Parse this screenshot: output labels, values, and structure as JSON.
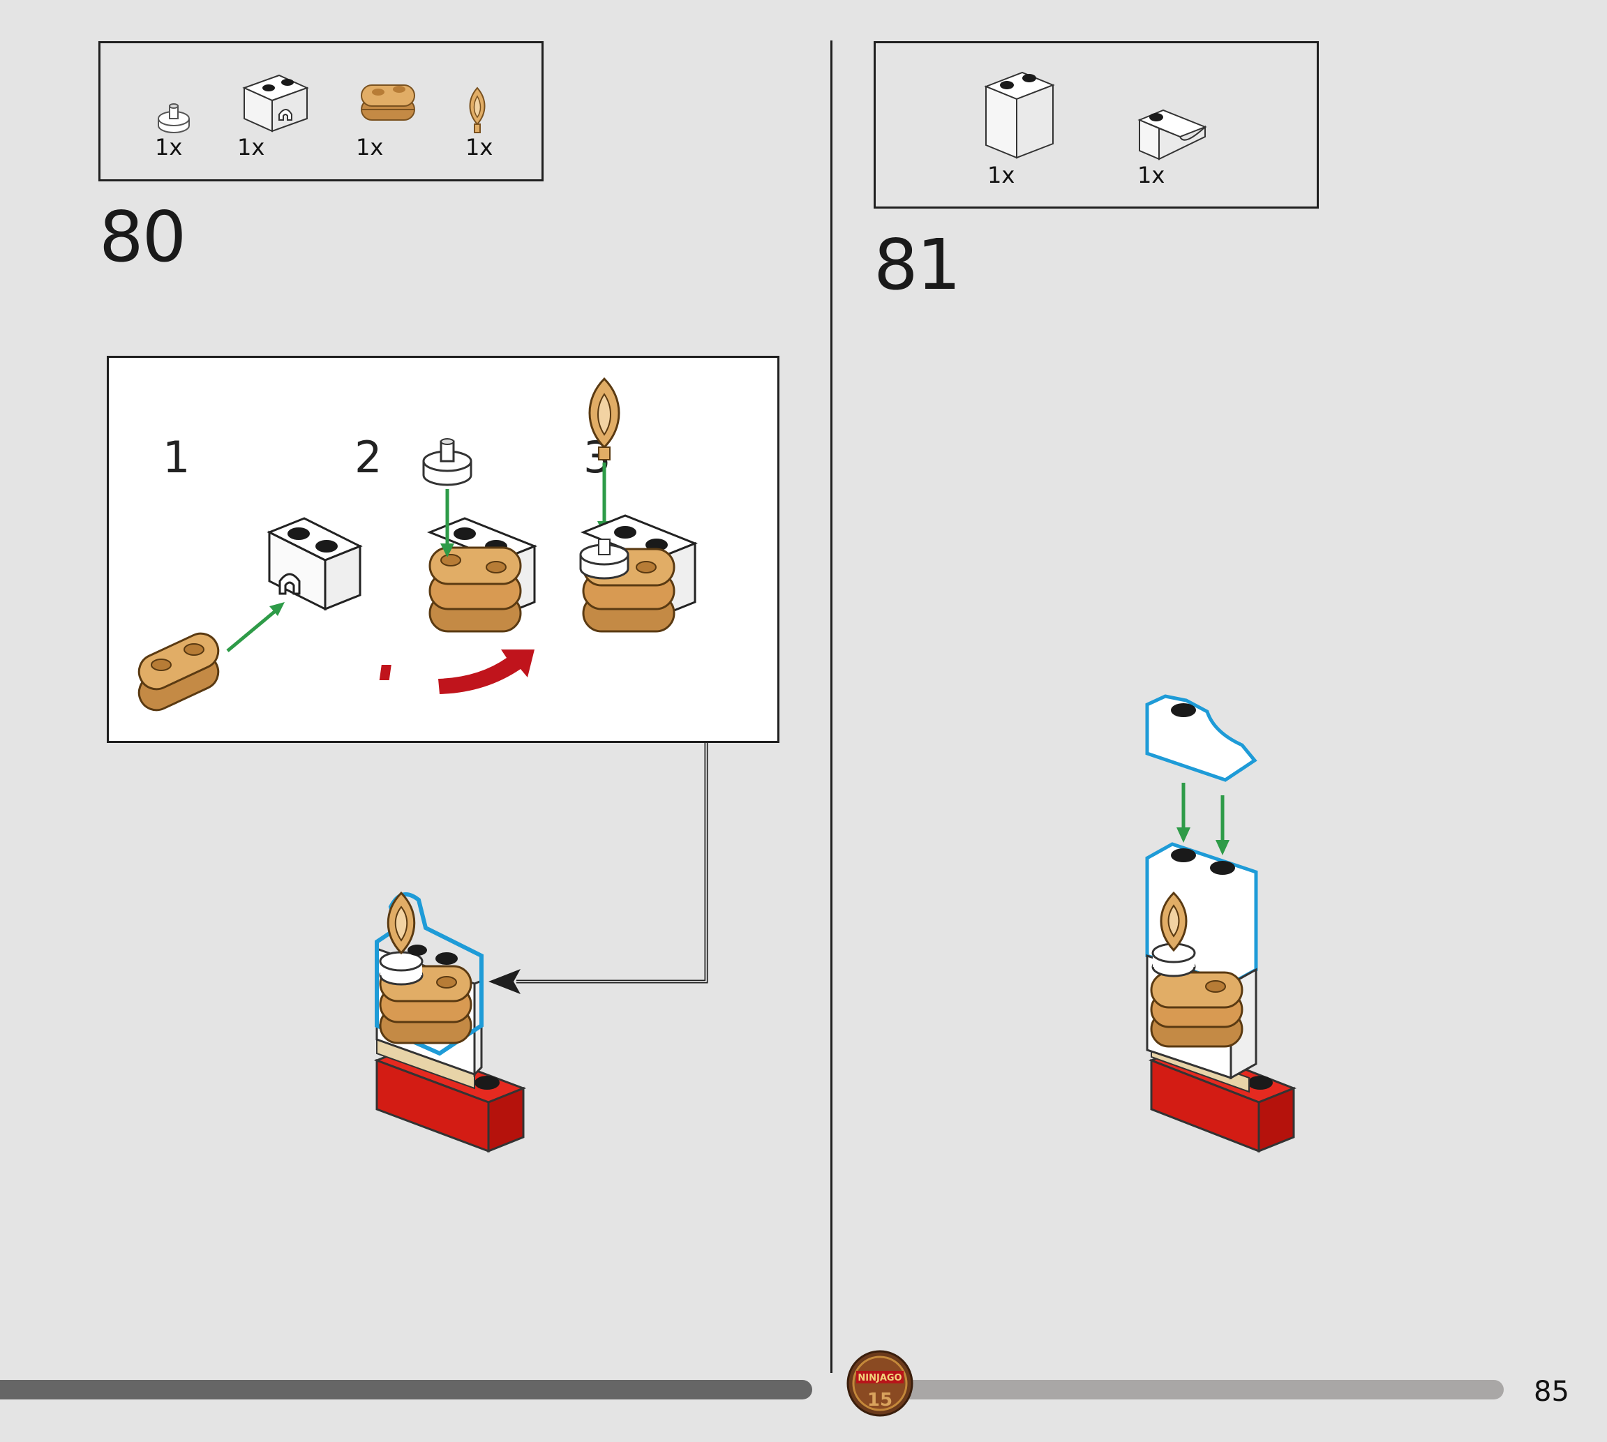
{
  "steps": [
    {
      "number": "80",
      "parts": [
        {
          "qty": "1x",
          "icon": "white-round-plate-with-bar-icon"
        },
        {
          "qty": "1x",
          "icon": "white-brick-with-clip-icon"
        },
        {
          "qty": "1x",
          "icon": "tan-double-round-brick-icon"
        },
        {
          "qty": "1x",
          "icon": "tan-flame-icon"
        }
      ],
      "substeps": [
        "1",
        "2",
        "3"
      ]
    },
    {
      "number": "81",
      "parts": [
        {
          "qty": "1x",
          "icon": "white-tall-brick-icon"
        },
        {
          "qty": "1x",
          "icon": "white-slope-curved-icon"
        }
      ]
    }
  ],
  "footer": {
    "page_number": "85",
    "progress": 0.54,
    "badge_icon": "ninjago-15-badge-icon"
  },
  "colors": {
    "background": "#e4e4e4",
    "tan": "#d9a35d",
    "red": "#d31c14",
    "arrow_green": "#2e9b48",
    "outline_blue": "#1e9bd7"
  }
}
